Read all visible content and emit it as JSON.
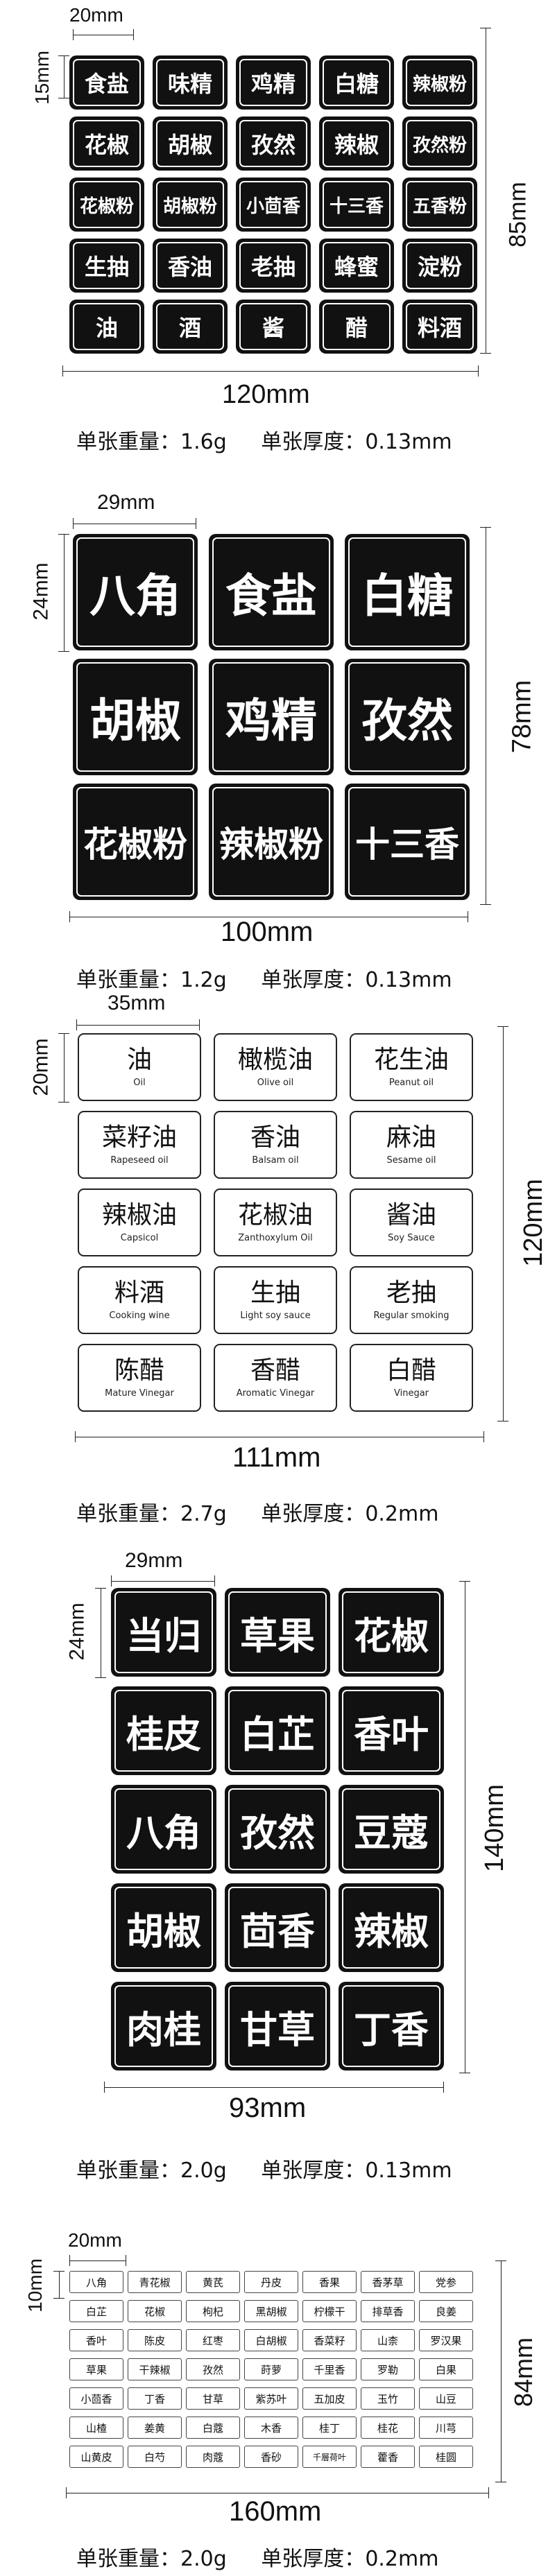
{
  "section1": {
    "labels": [
      "食盐",
      "味精",
      "鸡精",
      "白糖",
      "辣椒粉",
      "花椒",
      "胡椒",
      "孜然",
      "辣椒",
      "孜然粉",
      "花椒粉",
      "胡椒粉",
      "小茴香",
      "十三香",
      "五香粉",
      "生抽",
      "香油",
      "老抽",
      "蜂蜜",
      "淀粉",
      "油",
      "酒",
      "酱",
      "醋",
      "料酒"
    ],
    "label_width": "20mm",
    "label_height": "15mm",
    "sheet_width": "120mm",
    "sheet_height": "85mm",
    "weight_label": "单张重量：",
    "weight": "1.6g",
    "thickness_label": "单张厚度：",
    "thickness": "0.13mm"
  },
  "section2": {
    "labels": [
      "八角",
      "食盐",
      "白糖",
      "胡椒",
      "鸡精",
      "孜然",
      "花椒粉",
      "辣椒粉",
      "十三香"
    ],
    "label_width": "29mm",
    "label_height": "24mm",
    "sheet_width": "100mm",
    "sheet_height": "78mm",
    "weight_label": "单张重量：",
    "weight": "1.2g",
    "thickness_label": "单张厚度：",
    "thickness": "0.13mm"
  },
  "section3": {
    "labels": [
      {
        "cn": "油",
        "en": "Oil"
      },
      {
        "cn": "橄榄油",
        "en": "Olive oil"
      },
      {
        "cn": "花生油",
        "en": "Peanut oil"
      },
      {
        "cn": "菜籽油",
        "en": "Rapeseed oil"
      },
      {
        "cn": "香油",
        "en": "Balsam oil"
      },
      {
        "cn": "麻油",
        "en": "Sesame oil"
      },
      {
        "cn": "辣椒油",
        "en": "Capsicol"
      },
      {
        "cn": "花椒油",
        "en": "Zanthoxylum Oil"
      },
      {
        "cn": "酱油",
        "en": "Soy Sauce"
      },
      {
        "cn": "料酒",
        "en": "Cooking wine"
      },
      {
        "cn": "生抽",
        "en": "Light soy sauce"
      },
      {
        "cn": "老抽",
        "en": "Regular smoking"
      },
      {
        "cn": "陈醋",
        "en": "Mature Vinegar"
      },
      {
        "cn": "香醋",
        "en": "Aromatic Vinegar"
      },
      {
        "cn": "白醋",
        "en": "Vinegar"
      }
    ],
    "label_width": "35mm",
    "label_height": "20mm",
    "sheet_width": "111mm",
    "sheet_height": "120mm",
    "weight_label": "单张重量：",
    "weight": "2.7g",
    "thickness_label": "单张厚度：",
    "thickness": "0.2mm"
  },
  "section4": {
    "labels": [
      "当归",
      "草果",
      "花椒",
      "桂皮",
      "白芷",
      "香叶",
      "八角",
      "孜然",
      "豆蔻",
      "胡椒",
      "茴香",
      "辣椒",
      "肉桂",
      "甘草",
      "丁香"
    ],
    "label_width": "29mm",
    "label_height": "24mm",
    "sheet_width": "93mm",
    "sheet_height": "140mm",
    "weight_label": "单张重量：",
    "weight": "2.0g",
    "thickness_label": "单张厚度：",
    "thickness": "0.13mm"
  },
  "section5": {
    "labels": [
      "八角",
      "青花椒",
      "黄芪",
      "丹皮",
      "香果",
      "香茅草",
      "党参",
      "白芷",
      "花椒",
      "枸杞",
      "黑胡椒",
      "柠檬干",
      "排草香",
      "良姜",
      "香叶",
      "陈皮",
      "红枣",
      "白胡椒",
      "香菜籽",
      "山柰",
      "罗汉果",
      "草果",
      "干辣椒",
      "孜然",
      "莳萝",
      "千里香",
      "罗勒",
      "白果",
      "小茴香",
      "丁香",
      "甘草",
      "紫苏叶",
      "五加皮",
      "玉竹",
      "山豆",
      "山楂",
      "姜黄",
      "白蔻",
      "木香",
      "桂丁",
      "桂花",
      "川芎",
      "山黄皮",
      "白芍",
      "肉蔻",
      "香砂",
      "千層荷叶",
      "藿香",
      "桂圆"
    ],
    "label_width": "20mm",
    "label_height": "10mm",
    "sheet_width": "160mm",
    "sheet_height": "84mm",
    "weight_label": "单张重量：",
    "weight": "2.0g",
    "thickness_label": "单张厚度：",
    "thickness": "0.2mm"
  }
}
